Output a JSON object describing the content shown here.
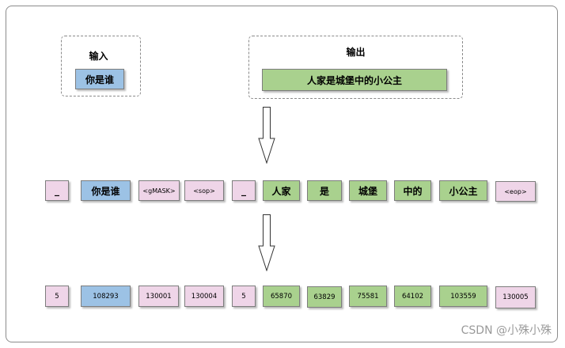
{
  "input_group": {
    "title": "输入",
    "text": "你是谁"
  },
  "output_group": {
    "title": "输出",
    "text": "人家是城堡中的小公主"
  },
  "tokens": [
    "_",
    "你是谁",
    "<gMASK>",
    "<sop>",
    "_",
    "人家",
    "是",
    "城堡",
    "中的",
    "小公主",
    "<eop>"
  ],
  "ids": [
    "5",
    "108293",
    "130001",
    "130004",
    "5",
    "65870",
    "63829",
    "75581",
    "64102",
    "103559",
    "130005"
  ],
  "watermark": "CSDN @小殊小殊",
  "colors": {
    "blue": "#9cc2e5",
    "green": "#a9d18e",
    "pink": "#efd5e8"
  }
}
